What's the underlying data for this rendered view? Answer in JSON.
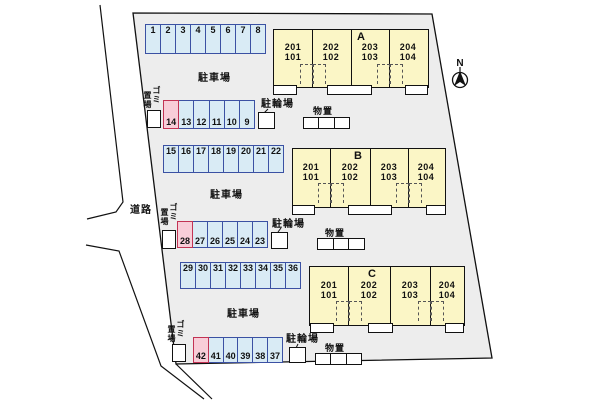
{
  "legend": {
    "road": "道路",
    "parking_lot": "駐車場",
    "bicycle_parking": "駐輪場",
    "storage": "物置",
    "garbage_col_right": "ゴミ",
    "garbage_col_left": "置場",
    "north": "N"
  },
  "parking_rows": [
    {
      "numbers": [
        "1",
        "2",
        "3",
        "4",
        "5",
        "6",
        "7",
        "8"
      ]
    },
    {
      "numbers": [
        "14",
        "13",
        "12",
        "11",
        "10",
        "9"
      ],
      "pink": "14"
    },
    {
      "numbers": [
        "15",
        "16",
        "17",
        "18",
        "19",
        "20",
        "21",
        "22"
      ]
    },
    {
      "numbers": [
        "28",
        "27",
        "26",
        "25",
        "24",
        "23"
      ],
      "pink": "28"
    },
    {
      "numbers": [
        "29",
        "30",
        "31",
        "32",
        "33",
        "34",
        "35",
        "36"
      ]
    },
    {
      "numbers": [
        "42",
        "41",
        "40",
        "39",
        "38",
        "37"
      ],
      "pink": "42"
    }
  ],
  "buildings": [
    {
      "name": "A",
      "units": [
        {
          "upper": "201",
          "lower": "101"
        },
        {
          "upper": "202",
          "lower": "102"
        },
        {
          "upper": "203",
          "lower": "103"
        },
        {
          "upper": "204",
          "lower": "104"
        }
      ]
    },
    {
      "name": "B",
      "units": [
        {
          "upper": "201",
          "lower": "101"
        },
        {
          "upper": "202",
          "lower": "102"
        },
        {
          "upper": "203",
          "lower": "103"
        },
        {
          "upper": "204",
          "lower": "104"
        }
      ]
    },
    {
      "name": "C",
      "units": [
        {
          "upper": "201",
          "lower": "101"
        },
        {
          "upper": "202",
          "lower": "102"
        },
        {
          "upper": "203",
          "lower": "103"
        },
        {
          "upper": "204",
          "lower": "104"
        }
      ]
    }
  ],
  "colors": {
    "site_fill": "#ededed",
    "stall_fill": "#d9ebf5",
    "stall_border": "#3b51a3",
    "pink_fill": "#f8cdd8",
    "pink_border": "#c23354",
    "building_fill": "#fbf6c6",
    "line": "#111111"
  }
}
